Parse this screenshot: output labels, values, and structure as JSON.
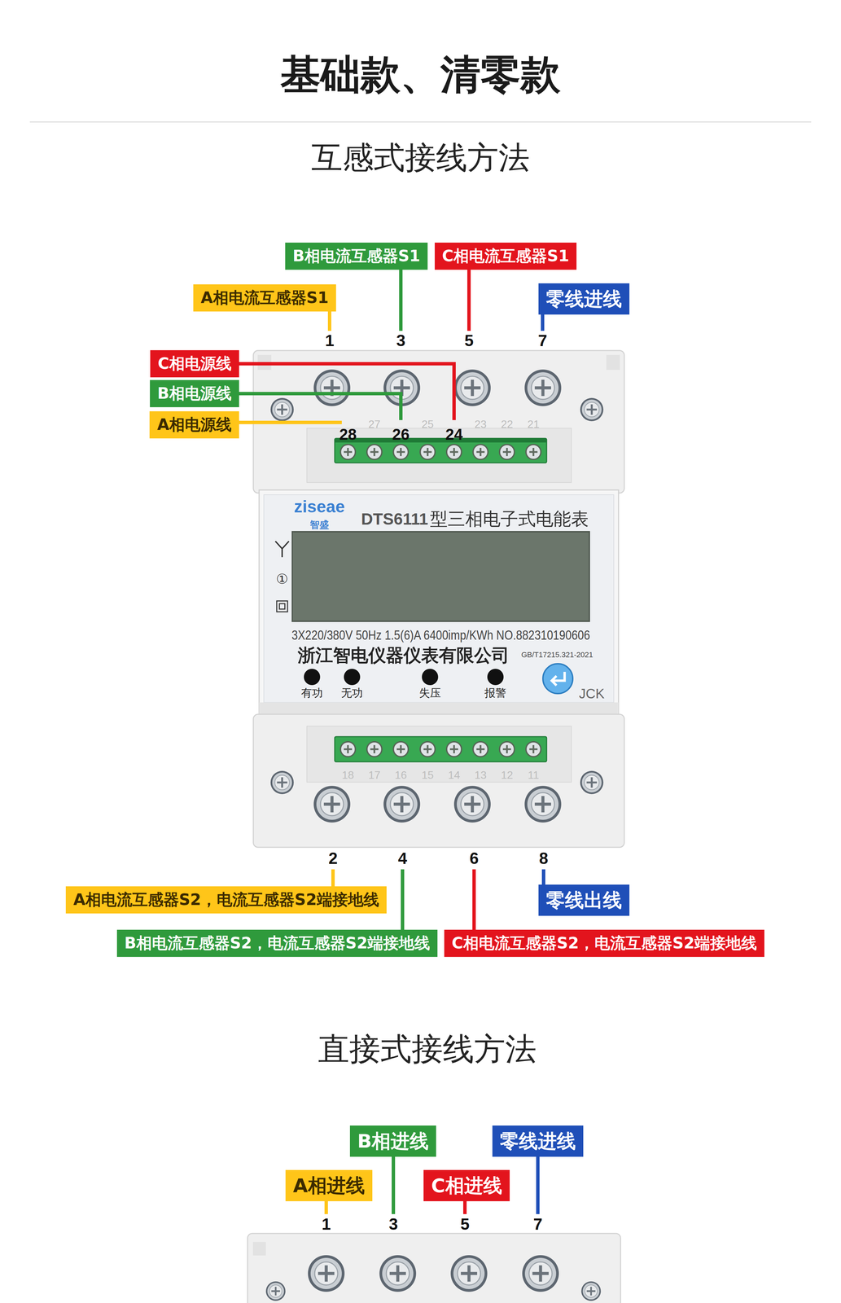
{
  "diagram": {
    "title": "基础款、清零款",
    "nodes": [
      {
        "text": [
          "B相电流互感器S1"
        ]
      },
      {
        "text": [
          "C相电流互感器S1"
        ]
      },
      {
        "text": [
          "A相电流互感器S1"
        ]
      },
      {
        "text": [
          "零线进线"
        ]
      },
      {
        "text": [
          "C相电源线"
        ]
      },
      {
        "text": [
          "B相电源线"
        ]
      },
      {
        "text": [
          "A相电源线"
        ]
      },
      {
        "text": [
          "A相电流互感器S2，电流互感器S2端接地线"
        ]
      },
      {
        "text": [
          "零线出线"
        ]
      },
      {
        "text": [
          "B相电流互感器S2，电流互感器S2端接地线"
        ]
      },
      {
        "text": [
          "C相电流互感器S2，电流互感器S2端接地线"
        ]
      },
      {
        "text": [
          "B相进线"
        ]
      },
      {
        "text": [
          "零线进线"
        ]
      },
      {
        "text": [
          "A相进线"
        ]
      },
      {
        "text": [
          "C相进线"
        ]
      }
    ],
    "labels": [
      "互感式接线方法",
      "1",
      "3",
      "5",
      "7",
      "28",
      "27",
      "26",
      "25",
      "24",
      "23",
      "22",
      "21",
      "ziseae",
      "智盛",
      "DTS6111",
      "型三相电子式电能表",
      "①",
      "3X220/380V 50Hz 1.5(6)A 6400imp/KWh NO.882310190606",
      "浙江智电仪器仪表有限公司",
      "GB/T17215.321-2021",
      "有功",
      "无功",
      "失压",
      "报警",
      "JCK",
      "18",
      "17",
      "16",
      "15",
      "14",
      "13",
      "12",
      "11",
      "2",
      "4",
      "6",
      "8",
      "直接式接线方法",
      "1",
      "3",
      "5",
      "7"
    ]
  }
}
